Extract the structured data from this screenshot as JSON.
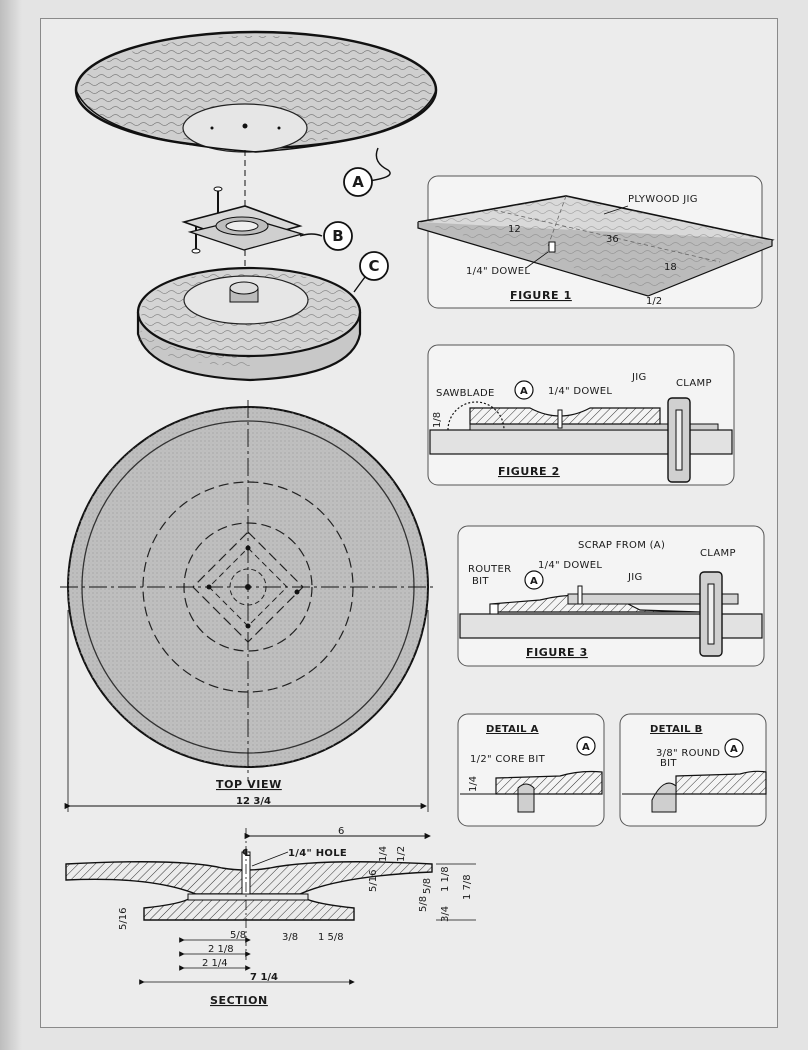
{
  "parts": {
    "a": "A",
    "b": "B",
    "c": "C"
  },
  "figure1": {
    "caption": "FIGURE 1",
    "jig_label": "PLYWOOD JIG",
    "dowel_label": "1/4\" DOWEL",
    "dim_12": "12",
    "dim_36": "36",
    "dim_18": "18",
    "dim_half": "1/2"
  },
  "figure2": {
    "caption": "FIGURE 2",
    "sawblade": "SAWBLADE",
    "dowel": "1/4\" DOWEL",
    "jig": "JIG",
    "clamp": "CLAMP",
    "part": "A",
    "height": "1/8"
  },
  "figure3": {
    "caption": "FIGURE 3",
    "router_bit_1": "ROUTER",
    "router_bit_2": "BIT",
    "dowel": "1/4\" DOWEL",
    "scrap": "SCRAP FROM (A)",
    "jig": "JIG",
    "clamp": "CLAMP",
    "part": "A"
  },
  "detail_a": {
    "title": "DETAIL A",
    "label": "1/2\" CORE BIT",
    "part": "A",
    "dim": "1/4"
  },
  "detail_b": {
    "title": "DETAIL B",
    "label_1": "3/8\" ROUND",
    "label_2": "BIT",
    "part": "A"
  },
  "top_view": {
    "caption": "TOP VIEW"
  },
  "section": {
    "caption": "SECTION",
    "hole_label": "1/4\" HOLE",
    "centerline": "℄",
    "dim_overall": "12 3/4",
    "dim_6": "6",
    "dim_top_1": "1/4",
    "dim_top_2": "1/2",
    "dim_r1": "5/16",
    "dim_r2": "5/8",
    "dim_r3": "1 1/8",
    "dim_r4": "1 7/8",
    "dim_r5": "5/8",
    "dim_r6": "3/4",
    "dim_left": "5/16",
    "dim_b1": "5/8",
    "dim_b2": "2 1/8",
    "dim_b3": "2 1/4",
    "dim_b4": "7 1/4",
    "dim_b5": "3/8",
    "dim_b6": "1 5/8"
  }
}
